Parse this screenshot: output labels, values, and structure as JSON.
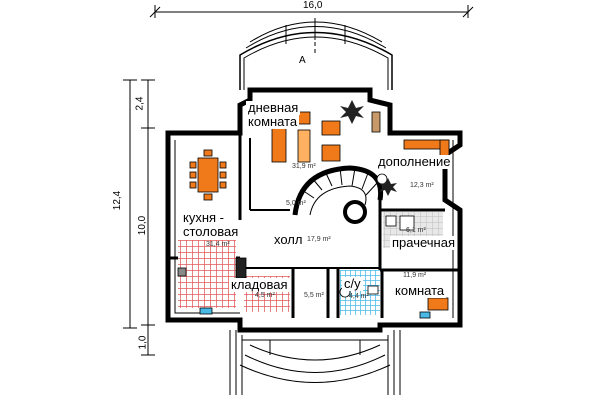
{
  "dimensions": {
    "width_total": "16,0",
    "left_height_total": "12,4",
    "left_seg_top": "2,4",
    "left_seg_mid": "10,0",
    "left_seg_bottom": "1,0",
    "section_marker": "A"
  },
  "rooms": {
    "living": {
      "label_line1": "дневная",
      "label_line2": "комната",
      "area": "31,9 m²"
    },
    "addition": {
      "label": "дополнение",
      "area": "12,3 m²"
    },
    "kitchen": {
      "label_line1": "кухня -",
      "label_line2": "столовая",
      "area": "31,4 m²"
    },
    "stair": {
      "area": "5,0 m²"
    },
    "hall": {
      "label": "холл",
      "area": "17,9 m²"
    },
    "laundry": {
      "label": "прачечная",
      "area": "6,1 m²"
    },
    "pantry": {
      "label": "кладовая",
      "area": "4,5 m²"
    },
    "corridor": {
      "area": "5,5 m²"
    },
    "wc": {
      "label": "с/у",
      "area": "4,4 m²"
    },
    "room": {
      "label": "комната",
      "area": "11,9 m²"
    }
  },
  "colors": {
    "wall": "#000000",
    "furniture": "#f07a1a",
    "kitchen_floor": "#e25a5a",
    "wc_floor": "#49b9e6",
    "laundry_floor": "#d0d0d0",
    "plant": "#222222"
  }
}
